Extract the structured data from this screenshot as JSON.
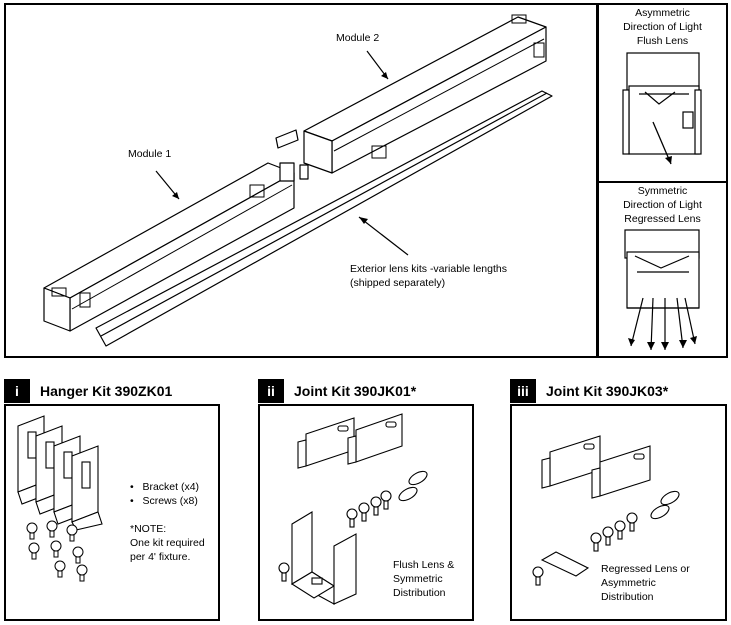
{
  "main": {
    "module1": "Module 1",
    "module2": "Module 2",
    "lens_line1": "Exterior lens kits -variable lengths",
    "lens_line2": "(shipped separately)"
  },
  "right_panel": {
    "asym_l1": "Asymmetric",
    "asym_l2": "Direction of Light",
    "asym_l3": "Flush Lens",
    "sym_l1": "Symmetric",
    "sym_l2": "Direction of Light",
    "sym_l3": "Regressed Lens"
  },
  "kits": [
    {
      "num": "i",
      "title": "Hanger Kit 390ZK01",
      "items": [
        "Bracket  (x4)",
        "Screws  (x8)"
      ],
      "note": [
        "*NOTE:",
        "One kit required",
        "per 4' fixture."
      ]
    },
    {
      "num": "ii",
      "title": "Joint Kit 390JK01*",
      "caption": [
        "Flush Lens &",
        "Symmetric",
        "Distribution"
      ]
    },
    {
      "num": "iii",
      "title": "Joint Kit 390JK03*",
      "caption": [
        "Regressed Lens or",
        "Asymmetric",
        "Distribution"
      ]
    }
  ],
  "bullet_glyph": "•"
}
